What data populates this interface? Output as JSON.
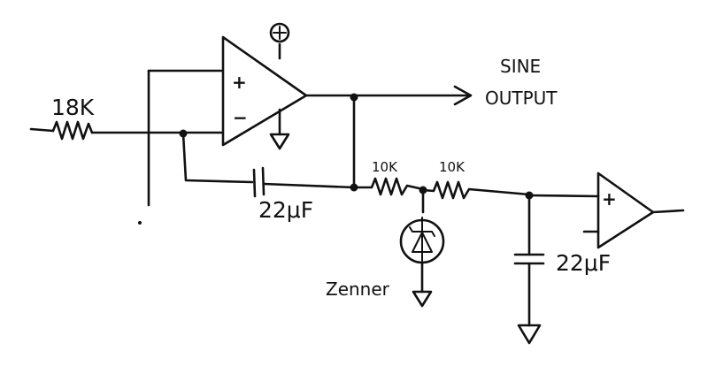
{
  "labels": {
    "r_input": "18K",
    "output_line1": "SINE",
    "output_line2": "OUTPUT",
    "r1": "10K",
    "r2": "10K",
    "c1": "22μF",
    "c2": "22μF",
    "zener": "Zenner",
    "supply_symbol": "⊕",
    "opamp1_plus": "+",
    "opamp1_minus": "−",
    "opamp2_plus": "+"
  },
  "colors": {
    "ink": "#111111",
    "paper": "#ffffff"
  }
}
